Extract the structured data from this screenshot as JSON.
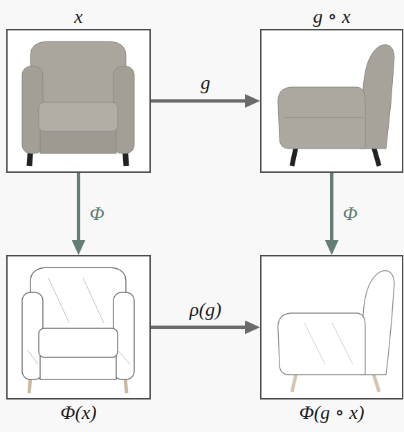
{
  "diagram": {
    "nodes": [
      {
        "text": [
          "x"
        ]
      },
      {
        "text": [
          "g ∘ x"
        ]
      },
      {
        "text": [
          "Φ(x)"
        ]
      },
      {
        "text": [
          "Φ(g ∘ x)"
        ]
      }
    ],
    "edges": [
      {
        "from": 0,
        "to": 1,
        "label": "g",
        "arrow": "to"
      },
      {
        "from": 0,
        "to": 2,
        "label": "Φ",
        "arrow": "to"
      },
      {
        "from": 1,
        "to": 3,
        "label": "Φ",
        "arrow": "to"
      },
      {
        "from": 2,
        "to": 3,
        "label": "ρ(g)",
        "arrow": "to"
      }
    ]
  }
}
